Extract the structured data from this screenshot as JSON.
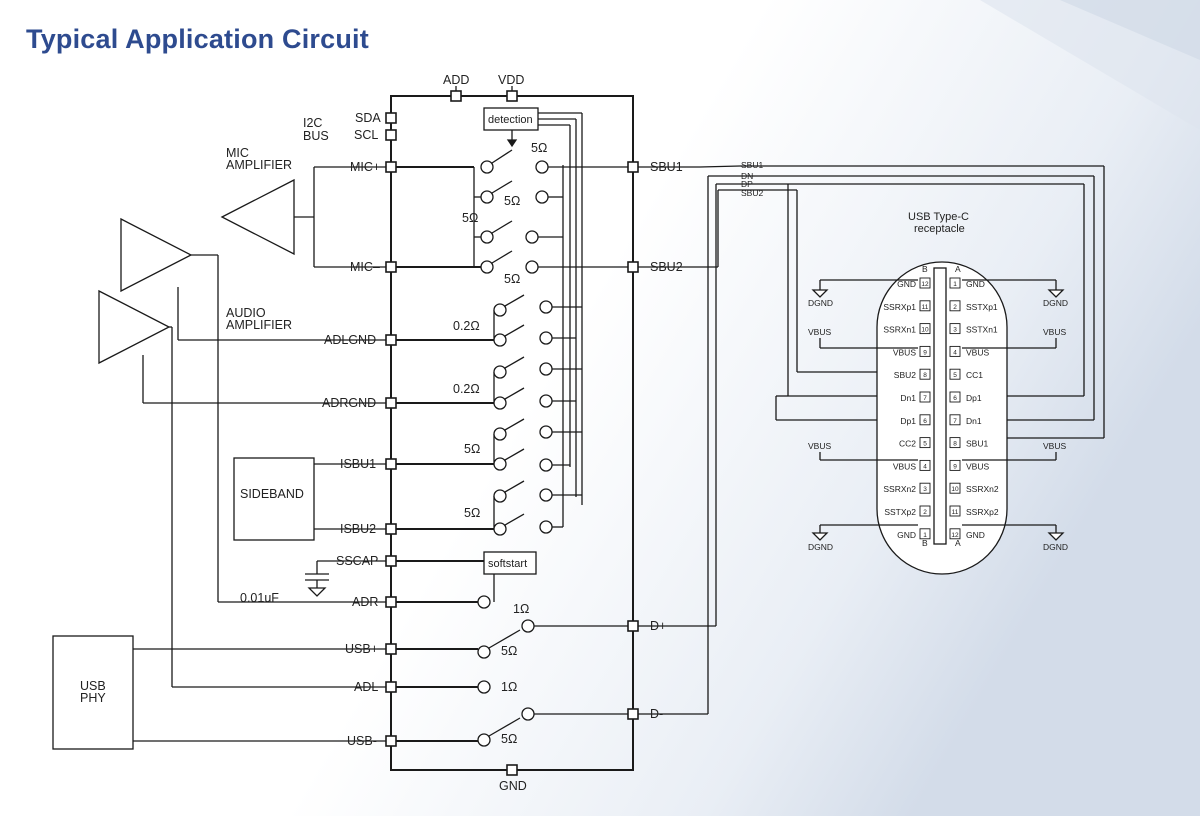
{
  "title": "Typical Application Circuit",
  "chip": {
    "top_pins": [
      "ADD",
      "VDD"
    ],
    "bottom_pin": "GND",
    "left_pins": [
      "SDA",
      "SCL",
      "MIC+",
      "MIC–",
      "ADLGND",
      "ADRGND",
      "ISBU1",
      "ISBU2",
      "SSCAP",
      "ADR",
      "USB+",
      "ADL",
      "USB-"
    ],
    "right_pins": [
      "SBU1",
      "SBU2",
      "D+",
      "D-"
    ],
    "detection": "detection",
    "softstart": "softstart",
    "resistances": {
      "mic_top": "5Ω",
      "mic_2": "5Ω",
      "mic_3": "5Ω",
      "mic_4": "5Ω",
      "adlgnd": "0.2Ω",
      "adrgnd": "0.2Ω",
      "isbu1": "5Ω",
      "isbu2": "5Ω",
      "adr": "1Ω",
      "usbp": "5Ω",
      "adl": "1Ω",
      "usbm": "5Ω"
    }
  },
  "external": {
    "i2c_bus": [
      "I2C",
      "BUS"
    ],
    "mic_amp": [
      "MIC",
      "AMPLIFIER"
    ],
    "audio_amp": [
      "AUDIO",
      "AMPLIFIER"
    ],
    "sideband": "SIDEBAND",
    "usb_phy": [
      "USB",
      "PHY"
    ],
    "cap": "0.01uF"
  },
  "bus_labels": [
    "SBU1",
    "DN",
    "DP",
    "SBU2"
  ],
  "receptacle": {
    "title": [
      "USB Type-C",
      "receptacle"
    ],
    "col_b": "B",
    "col_a": "A",
    "rows": [
      {
        "b": "GND",
        "bn": "12",
        "an": "1",
        "a": "GND"
      },
      {
        "b": "SSRXp1",
        "bn": "11",
        "an": "2",
        "a": "SSTXp1"
      },
      {
        "b": "SSRXn1",
        "bn": "10",
        "an": "3",
        "a": "SSTXn1"
      },
      {
        "b": "VBUS",
        "bn": "9",
        "an": "4",
        "a": "VBUS"
      },
      {
        "b": "SBU2",
        "bn": "8",
        "an": "5",
        "a": "CC1"
      },
      {
        "b": "Dn1",
        "bn": "7",
        "an": "6",
        "a": "Dp1"
      },
      {
        "b": "Dp1",
        "bn": "6",
        "an": "7",
        "a": "Dn1"
      },
      {
        "b": "CC2",
        "bn": "5",
        "an": "8",
        "a": "SBU1"
      },
      {
        "b": "VBUS",
        "bn": "4",
        "an": "9",
        "a": "VBUS"
      },
      {
        "b": "SSRXn2",
        "bn": "3",
        "an": "10",
        "a": "SSRXn2"
      },
      {
        "b": "SSTXp2",
        "bn": "2",
        "an": "11",
        "a": "SSRXp2"
      },
      {
        "b": "GND",
        "bn": "1",
        "an": "12",
        "a": "GND"
      }
    ],
    "side_labels": [
      "DGND",
      "DGND",
      "VBUS",
      "VBUS",
      "VBUS",
      "VBUS",
      "DGND",
      "DGND"
    ]
  }
}
